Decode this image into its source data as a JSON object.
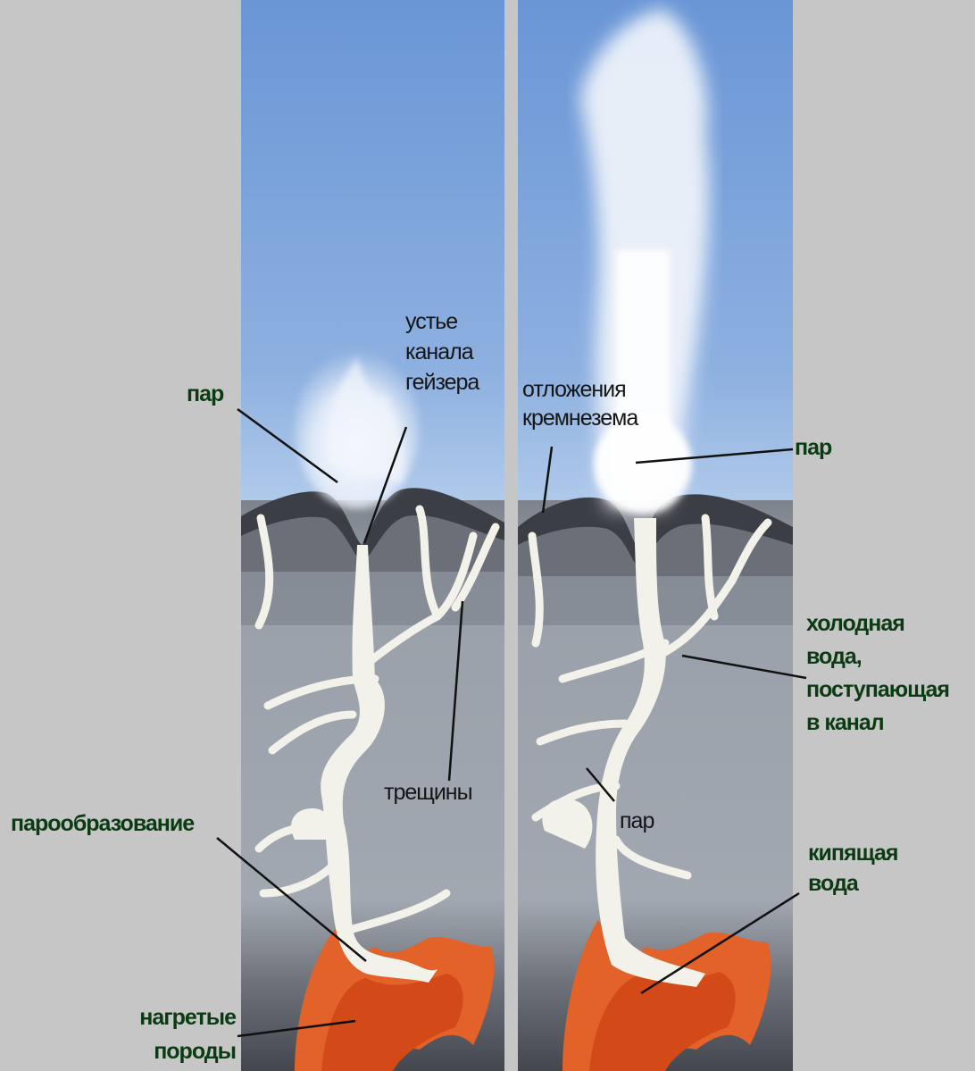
{
  "labels": {
    "steam_left": "пар",
    "vent_line1": "устье",
    "vent_line2": "канала",
    "vent_line3": "гейзера",
    "silica_line1": "отложения",
    "silica_line2": "кремнезема",
    "steam_right": "пар",
    "cold_line1": "холодная",
    "cold_line2": "вода,",
    "cold_line3": "поступающая",
    "cold_line4": "в канал",
    "cracks": "трещины",
    "vaporization": "парообразование",
    "steam_mid": "пар",
    "boiling_line1": "кипящая",
    "boiling_line2": "вода",
    "rocks_line1": "нагретые",
    "rocks_line2": "породы"
  },
  "colors": {
    "page_bg": "#c6c6c6",
    "sky_top": "#5f8fd2",
    "sky_bottom": "#b4cbe8",
    "ground": "#9aa0aa",
    "ground_dark": "#4a4e56",
    "hot_rock": "#e2622a",
    "channel": "#f2f2ea",
    "label_dark": "#0b3b12"
  }
}
